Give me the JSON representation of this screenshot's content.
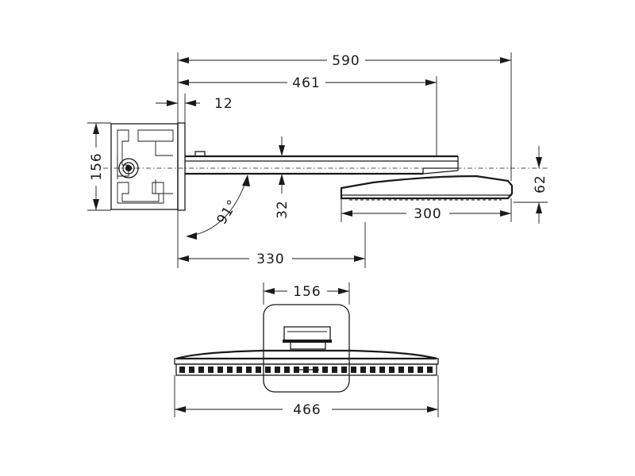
{
  "side_view": {
    "dim_total_length": "590",
    "dim_arm_length": "461",
    "dim_wall_plate": "12",
    "dim_box_height": "156",
    "dim_head_offset": "62",
    "dim_arm_drop": "32",
    "dim_angle": "91°",
    "dim_head_width": "300",
    "dim_projection": "330"
  },
  "bottom_view": {
    "dim_mount_width": "156",
    "dim_head_length": "466"
  },
  "colors": {
    "line": "#1a1a1a",
    "background": "#ffffff"
  }
}
